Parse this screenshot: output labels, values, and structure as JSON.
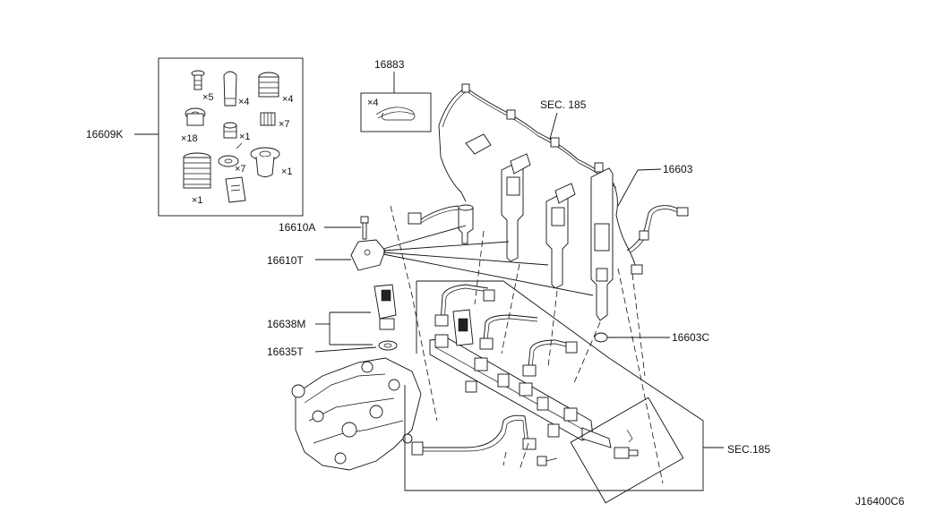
{
  "callouts": {
    "kit": "16609K",
    "injector": "16603",
    "injector_seal": "16603C",
    "bracket_bolt": "16610A",
    "bracket": "16610T",
    "clip": "16883",
    "sensor": "16638M",
    "sensor_seal": "16635T",
    "sec_top": "SEC. 185",
    "sec_right": "SEC.185"
  },
  "kit_quantities": [
    "×5",
    "×4",
    "×4",
    "×18",
    "×1",
    "×7",
    "×7",
    "×1",
    "×1"
  ],
  "clip_quantity": "×4",
  "diagram_code": "J16400C6"
}
